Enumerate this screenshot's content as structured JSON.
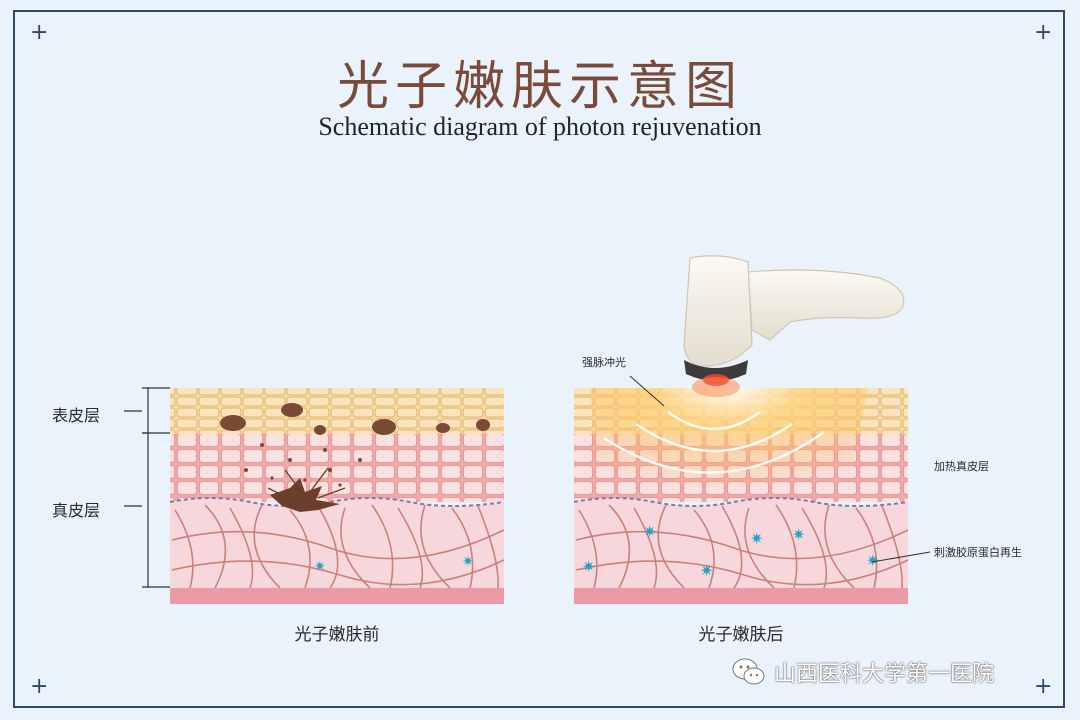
{
  "title": "光子嫩肤示意图",
  "subtitle": "Schematic diagram of photon rejuvenation",
  "labels": {
    "epidermis": "表皮层",
    "dermis": "真皮层",
    "ipl": "强脉冲光",
    "heat_dermis": "加热真皮层",
    "collagen": "刺激胶原蛋白再生"
  },
  "captions": {
    "before": "光子嫩肤前",
    "after": "光子嫩肤后"
  },
  "watermark": "山西医科大学第一医院",
  "colors": {
    "background": "#eaf2fb",
    "frame": "#2f4a66",
    "title": "#7a4a3a",
    "epidermis": "#f6d39a",
    "dermis_cells": "#f2b8b8",
    "dermis_fibers": "#c98276",
    "pigment": "#7a4a34",
    "collagen_star": "#2aa0c8",
    "device": "#f3efe6"
  }
}
